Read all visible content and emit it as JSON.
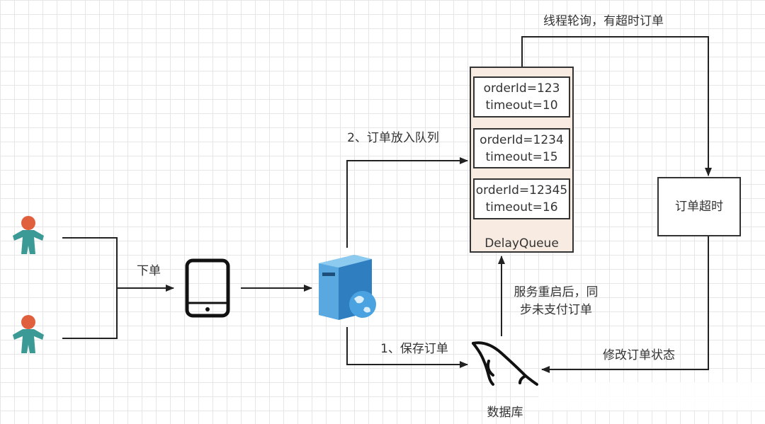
{
  "edges": {
    "place_order": "下单",
    "enqueue": "2、订单放入队列",
    "save_order": "1、保存订单",
    "poll": "线程轮询，有超时订单",
    "restart_sync_1": "服务重启后，同",
    "restart_sync_2": "步未支付订单",
    "update_status": "修改订单状态"
  },
  "queue": {
    "title": "DelayQueue",
    "items": [
      {
        "order": "orderId=123",
        "timeout": "timeout=10"
      },
      {
        "order": "orderId=1234",
        "timeout": "timeout=15"
      },
      {
        "order": "orderId=12345",
        "timeout": "timeout=16"
      }
    ]
  },
  "timeout_box": "订单超时",
  "database_label": "数据库",
  "colors": {
    "queue_fill": "#f8ebe2",
    "server": "#3a8fd4",
    "person": "#3c9a96",
    "head": "#e0603e"
  }
}
